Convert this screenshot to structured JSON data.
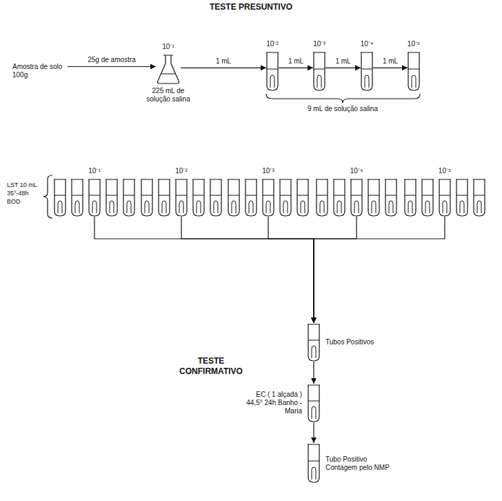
{
  "diagram": {
    "title": "TESTE PRESUNTIVO",
    "nodes": [
      {
        "text": [
          "Amostra de solo 100g"
        ]
      },
      {
        "text": [
          "10⁻¹",
          "225 mL de solução salina"
        ]
      },
      {
        "text": [
          "10⁻²"
        ]
      },
      {
        "text": [
          "10⁻³"
        ]
      },
      {
        "text": [
          "10⁻⁴"
        ]
      },
      {
        "text": [
          "10⁻⁵"
        ]
      },
      {
        "text": [
          "10⁻¹"
        ]
      },
      {
        "text": [
          "10⁻²"
        ]
      },
      {
        "text": [
          "10⁻³"
        ]
      },
      {
        "text": [
          "10⁻⁴"
        ]
      },
      {
        "text": [
          "10⁻⁵"
        ]
      },
      {
        "text": [
          "Tubos Positivos"
        ]
      },
      {
        "text": [
          "EC ( 1 alçada ) 44,5° 24h Banho - Maria"
        ]
      },
      {
        "text": [
          "Tubo Positivo Contagem pelo NMP"
        ]
      }
    ],
    "edges": [
      {
        "from": 0,
        "to": 1,
        "label": "25g de amostra",
        "arrow": "to"
      },
      {
        "from": 1,
        "to": 2,
        "label": "1 mL",
        "arrow": "to"
      },
      {
        "from": 2,
        "to": 3,
        "label": "1 mL",
        "arrow": "to"
      },
      {
        "from": 3,
        "to": 4,
        "label": "1 mL",
        "arrow": "to"
      },
      {
        "from": 4,
        "to": 5,
        "label": "1 mL",
        "arrow": "to"
      },
      {
        "from": 6,
        "to": 11,
        "arrow": "to"
      },
      {
        "from": 7,
        "to": 11,
        "arrow": "to"
      },
      {
        "from": 8,
        "to": 11,
        "arrow": "to"
      },
      {
        "from": 9,
        "to": 11,
        "arrow": "to"
      },
      {
        "from": 10,
        "to": 11,
        "arrow": "to"
      },
      {
        "from": 11,
        "to": 12,
        "arrow": "to"
      },
      {
        "from": 12,
        "to": 13,
        "arrow": "to"
      }
    ],
    "labels": [
      "9 mL de solução salina",
      "LST 10 mL 35°-48h BOD",
      "TESTE CONFIRMATIVO"
    ]
  }
}
